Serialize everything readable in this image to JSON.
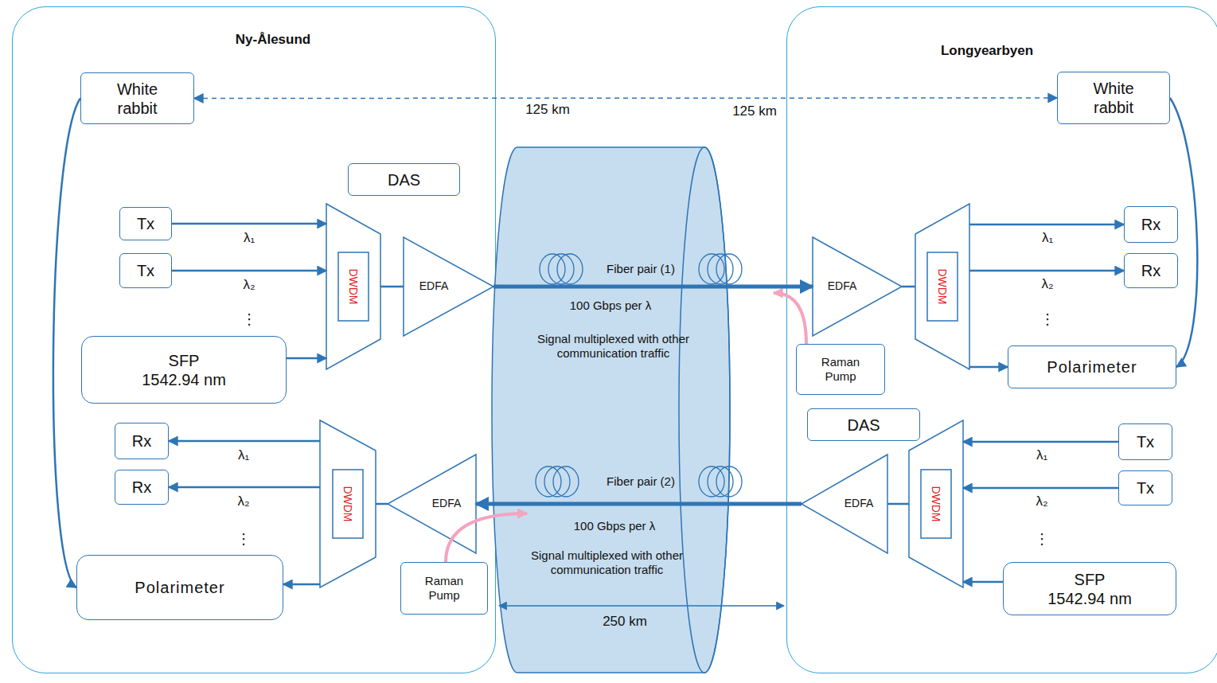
{
  "diagram": {
    "nodes": [
      {
        "text": [
          "Ny-Ålesund"
        ]
      },
      {
        "text": [
          "White rabbit"
        ],
        "in": 0
      },
      {
        "text": [
          "DAS"
        ],
        "in": 0
      },
      {
        "text": [
          "Tx"
        ],
        "in": 0
      },
      {
        "text": [
          "Tx"
        ],
        "in": 0
      },
      {
        "text": [
          "SFP",
          "1542.94 nm"
        ],
        "in": 0
      },
      {
        "text": [
          "DWDM"
        ],
        "in": 0
      },
      {
        "text": [
          "EDFA"
        ],
        "in": 0
      },
      {
        "text": [
          "Rx"
        ],
        "in": 0
      },
      {
        "text": [
          "Rx"
        ],
        "in": 0
      },
      {
        "text": [
          "DWDM"
        ],
        "in": 0
      },
      {
        "text": [
          "EDFA"
        ],
        "in": 0
      },
      {
        "text": [
          "Polarimeter"
        ],
        "in": 0
      },
      {
        "text": [
          "Raman Pump"
        ],
        "in": 0
      },
      {
        "text": [
          "Fiber pair (1)",
          "100 Gbps per λ",
          "Signal multiplexed with other communication traffic",
          "Fiber pair (2)",
          "100 Gbps per λ",
          "Signal multiplexed with other communication traffic"
        ]
      },
      {
        "text": [
          "Longyearbyen"
        ]
      },
      {
        "text": [
          "White rabbit"
        ],
        "in": 15
      },
      {
        "text": [
          "EDFA"
        ],
        "in": 15
      },
      {
        "text": [
          "DWDM"
        ],
        "in": 15
      },
      {
        "text": [
          "Rx"
        ],
        "in": 15
      },
      {
        "text": [
          "Rx"
        ],
        "in": 15
      },
      {
        "text": [
          "Polarimeter"
        ],
        "in": 15
      },
      {
        "text": [
          "Raman Pump"
        ],
        "in": 15
      },
      {
        "text": [
          "DAS"
        ],
        "in": 15
      },
      {
        "text": [
          "DWDM"
        ],
        "in": 15
      },
      {
        "text": [
          "EDFA"
        ],
        "in": 15
      },
      {
        "text": [
          "Tx"
        ],
        "in": 15
      },
      {
        "text": [
          "Tx"
        ],
        "in": 15
      },
      {
        "text": [
          "SFP",
          "1542.94 nm"
        ],
        "in": 15
      }
    ],
    "edges": [
      {
        "from": 1,
        "to": 16,
        "arrow": "both"
      },
      {
        "from": 1,
        "to": 12,
        "arrow": "to"
      },
      {
        "from": 16,
        "to": 21,
        "arrow": "to"
      },
      {
        "from": 3,
        "to": 6,
        "label": "λ₁",
        "arrow": "to"
      },
      {
        "from": 4,
        "to": 6,
        "label": "λ₂",
        "arrow": "to"
      },
      {
        "from": 5,
        "to": 6,
        "arrow": "to"
      },
      {
        "from": 6,
        "to": 7,
        "arrow": "none"
      },
      {
        "from": 7,
        "to": 17,
        "arrow": "to"
      },
      {
        "from": 17,
        "to": 18,
        "arrow": "none"
      },
      {
        "from": 18,
        "to": 19,
        "label": "λ₁",
        "arrow": "to"
      },
      {
        "from": 18,
        "to": 20,
        "label": "λ₂",
        "arrow": "to"
      },
      {
        "from": 18,
        "to": 21,
        "arrow": "to"
      },
      {
        "from": 26,
        "to": 24,
        "label": "λ₁",
        "arrow": "to"
      },
      {
        "from": 27,
        "to": 24,
        "label": "λ₂",
        "arrow": "to"
      },
      {
        "from": 28,
        "to": 24,
        "arrow": "to"
      },
      {
        "from": 24,
        "to": 25,
        "arrow": "none"
      },
      {
        "from": 25,
        "to": 11,
        "arrow": "to"
      },
      {
        "from": 11,
        "to": 10,
        "arrow": "none"
      },
      {
        "from": 10,
        "to": 8,
        "label": "λ₁",
        "arrow": "to"
      },
      {
        "from": 10,
        "to": 9,
        "label": "λ₂",
        "arrow": "to"
      },
      {
        "from": 10,
        "to": 12,
        "arrow": "to"
      }
    ],
    "labels": [
      "125 km",
      "125 km",
      "⋮",
      "⋮",
      "⋮",
      "⋮",
      "250 km"
    ]
  }
}
